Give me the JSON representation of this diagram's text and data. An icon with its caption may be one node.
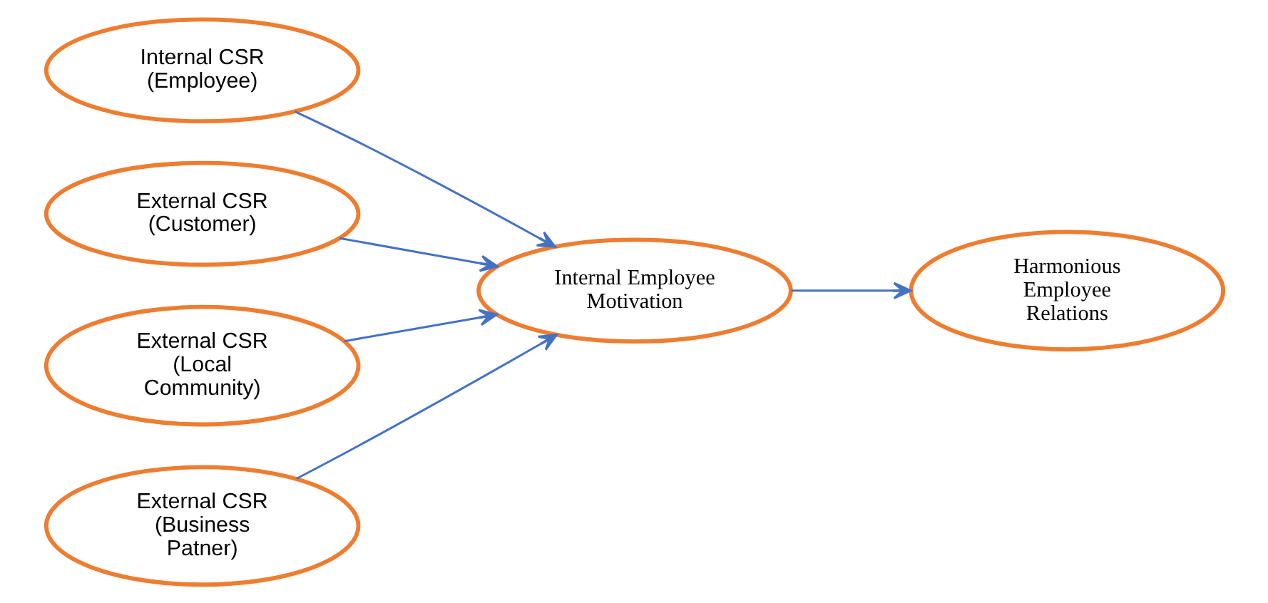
{
  "diagram": {
    "nodes": [
      {
        "text": [
          "Internal CSR (Employee)"
        ]
      },
      {
        "text": [
          "External CSR (Customer)"
        ]
      },
      {
        "text": [
          "External CSR (Local Community)"
        ]
      },
      {
        "text": [
          "External CSR (Business Patner)"
        ]
      },
      {
        "text": [
          "Internal Employee Motivation"
        ]
      },
      {
        "text": [
          "Harmonious Employee Relations"
        ]
      }
    ],
    "edges": [
      {
        "from": 0,
        "to": 4,
        "arrow": "to"
      },
      {
        "from": 1,
        "to": 4,
        "arrow": "to"
      },
      {
        "from": 2,
        "to": 4,
        "arrow": "to"
      },
      {
        "from": 3,
        "to": 4,
        "arrow": "to"
      },
      {
        "from": 4,
        "to": 5,
        "arrow": "to"
      }
    ]
  }
}
